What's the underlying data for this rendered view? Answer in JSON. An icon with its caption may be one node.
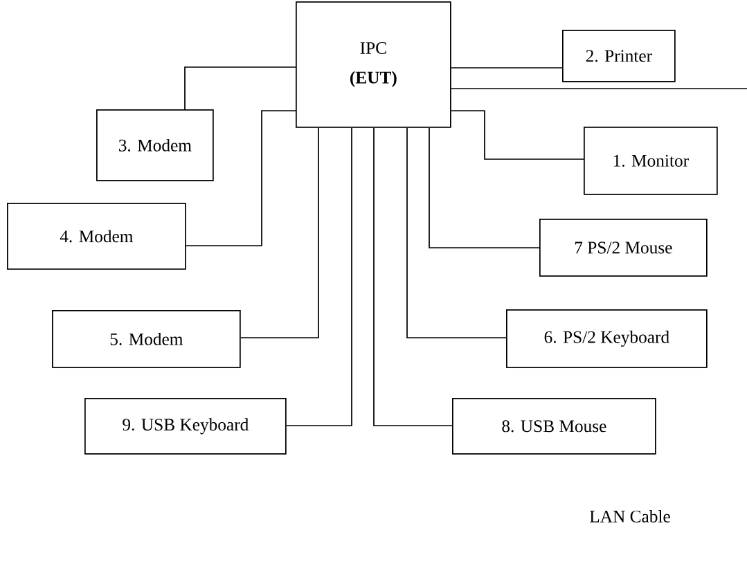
{
  "diagram": {
    "nodes": [
      {
        "text": [
          "IPC",
          "(EUT)"
        ]
      },
      {
        "text": [
          "2. Printer"
        ]
      },
      {
        "text": [
          "3. Modem"
        ]
      },
      {
        "text": [
          "1. Monitor"
        ]
      },
      {
        "text": [
          "4. Modem"
        ]
      },
      {
        "text": [
          "7 PS/2 Mouse"
        ]
      },
      {
        "text": [
          "5. Modem"
        ]
      },
      {
        "text": [
          "6. PS/2 Keyboard"
        ]
      },
      {
        "text": [
          "9. USB Keyboard"
        ]
      },
      {
        "text": [
          "8. USB Mouse"
        ]
      }
    ],
    "edges": [
      {
        "from": 0,
        "to": 1,
        "arrow": "none"
      },
      {
        "from": 0,
        "to": 2,
        "arrow": "none"
      },
      {
        "from": 0,
        "to": 3,
        "arrow": "none"
      },
      {
        "from": 0,
        "to": 4,
        "arrow": "none"
      },
      {
        "from": 0,
        "to": 5,
        "arrow": "none"
      },
      {
        "from": 0,
        "to": 6,
        "arrow": "none"
      },
      {
        "from": 0,
        "to": 7,
        "arrow": "none"
      },
      {
        "from": 0,
        "to": 8,
        "arrow": "none"
      },
      {
        "from": 0,
        "to": 9,
        "arrow": "none"
      },
      {
        "from": 0,
        "to": null,
        "arrow": "none"
      }
    ],
    "labels": [
      "LAN Cable"
    ]
  }
}
